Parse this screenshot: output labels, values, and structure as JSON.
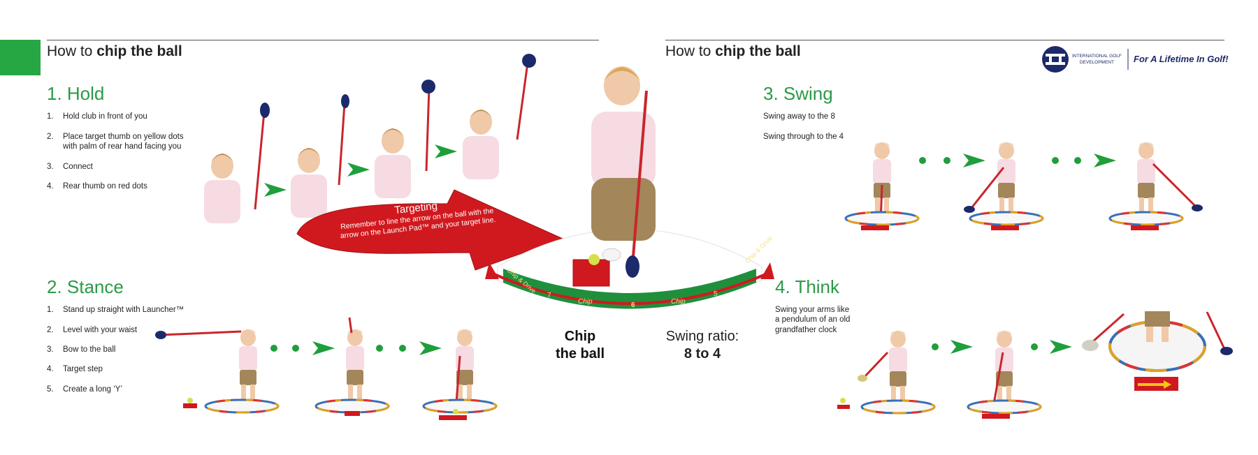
{
  "left_page": {
    "header_prefix": "How to ",
    "header_bold": "chip the ball"
  },
  "right_page": {
    "header_prefix": "How to ",
    "header_bold": "chip the ball"
  },
  "logo": {
    "org_line1": "INTERNATIONAL GOLF",
    "org_line2": "DEVELOPMENT",
    "tagline": "For A Lifetime In Golf!"
  },
  "hold": {
    "title": "1. Hold",
    "steps": [
      {
        "num": "1.",
        "text": "Hold club in front of you"
      },
      {
        "num": "2.",
        "text": "Place target thumb on yellow dots"
      },
      {
        "num": "",
        "text": "with palm of rear hand facing you"
      },
      {
        "num": "3.",
        "text": "Connect"
      },
      {
        "num": "4.",
        "text": "Rear thumb on red dots"
      }
    ]
  },
  "stance": {
    "title": "2. Stance",
    "steps": [
      {
        "num": "1.",
        "text": "Stand up straight with Launcher™"
      },
      {
        "num": "2.",
        "text": "Level with your waist"
      },
      {
        "num": "3.",
        "text": "Bow to the ball"
      },
      {
        "num": "4.",
        "text": "Target step"
      },
      {
        "num": "5.",
        "text": "Create a long ‘Y’"
      }
    ]
  },
  "swing": {
    "title": "3. Swing",
    "lines": [
      "Swing away to the 8",
      "Swing through to the 4"
    ]
  },
  "think": {
    "title": "4. Think",
    "lines": [
      "Swing your arms like",
      "a pendulum of an old",
      "grandfather clock"
    ]
  },
  "targeting": {
    "title": "Targeting",
    "line1": "Remember to line the arrow on the ball with the",
    "line2": "arrow on the Launch Pad™ and your target line."
  },
  "chip_the_ball": {
    "line1": "Chip",
    "line2": "the ball"
  },
  "swing_ratio": {
    "label": "Swing ratio:",
    "value": "8 to 4"
  },
  "mat_labels": {
    "left_edge": "Chip & Drive",
    "right_edge": "Chip & Drive",
    "n7": "7",
    "chip_left": "Chip",
    "n6": "6",
    "chip_right": "Chip",
    "n5": "5"
  },
  "colors": {
    "accent_green": "#27a744",
    "heading_green": "#2a9a46",
    "targeting_red": "#d0191f",
    "mat_green": "#1f8f3c",
    "shirt_pink": "#f6dbe3",
    "shorts_khaki": "#a3865a"
  }
}
